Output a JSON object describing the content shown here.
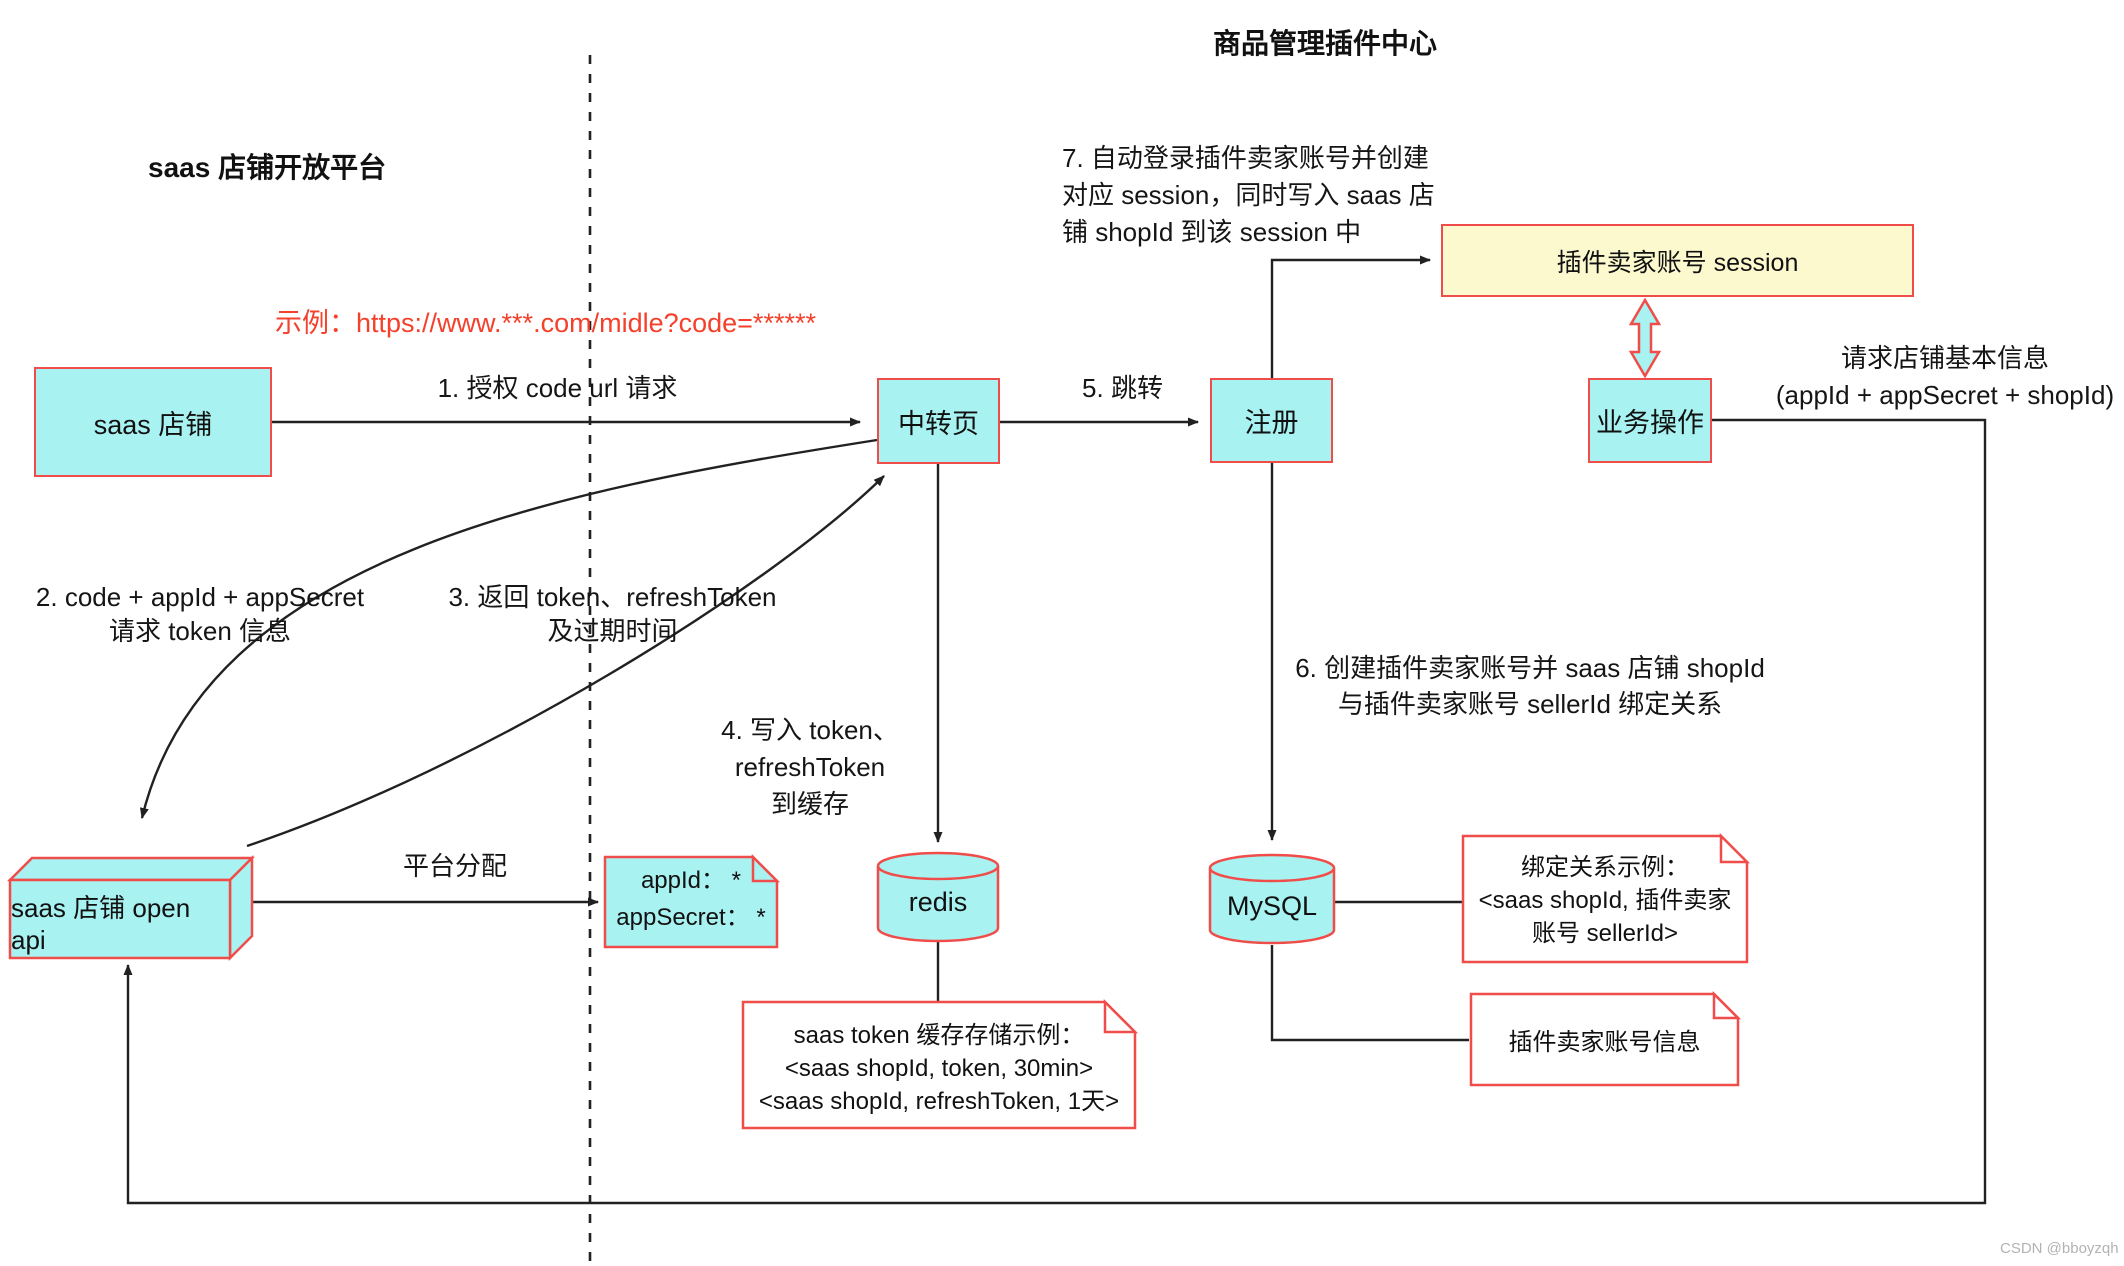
{
  "diagram": {
    "left_title": "saas 店铺开放平台",
    "right_title": "商品管理插件中心",
    "example_url": "示例：https://www.***.com/midle?code=******",
    "watermark": "CSDN @bboyzqh"
  },
  "colors": {
    "node_fill": "#a8f2f1",
    "node_border": "#f04d4a",
    "session_fill": "#fcf9ce",
    "example_url_text": "#f5402c",
    "line": "#212121",
    "watermark_text": "#b3b3b3"
  },
  "nodes": {
    "saas_shop": "saas 店铺",
    "transit_page": "中转页",
    "register": "注册",
    "business_ops": "业务操作",
    "session": "插件卖家账号 session",
    "redis": "redis",
    "mysql": "MySQL",
    "open_api": "saas 店铺 open api"
  },
  "notes": {
    "credentials": {
      "line1": "appId： *",
      "line2": "appSecret： *"
    },
    "token_cache": {
      "line1": "saas token 缓存存储示例：",
      "line2": "<saas shopId, token, 30min>",
      "line3": "<saas shopId, refreshToken, 1天>"
    },
    "binding": {
      "line1": "绑定关系示例：",
      "line2": "<saas shopId, 插件卖家",
      "line3": "账号 sellerId>"
    },
    "seller_info": "插件卖家账号信息"
  },
  "edges": {
    "step1": "1. 授权 code url 请求",
    "step2_line1": "2. code + appId + appSecret",
    "step2_line2": "请求 token 信息",
    "step3_line1": "3. 返回 token、refreshToken",
    "step3_line2": "及过期时间",
    "step4_line1": "4. 写入 token、",
    "step4_line2": "refreshToken",
    "step4_line3": "到缓存",
    "step5": "5. 跳转",
    "step6_line1": "6. 创建插件卖家账号并 saas 店铺 shopId",
    "step6_line2": "与插件卖家账号 sellerId 绑定关系",
    "step7_line1": "7. 自动登录插件卖家账号并创建",
    "step7_line2": "对应 session，同时写入 saas 店",
    "step7_line3": "铺 shopId 到该 session 中",
    "platform_assign": "平台分配",
    "request_info_line1": "请求店铺基本信息",
    "request_info_line2": "(appId + appSecret + shopId)"
  }
}
